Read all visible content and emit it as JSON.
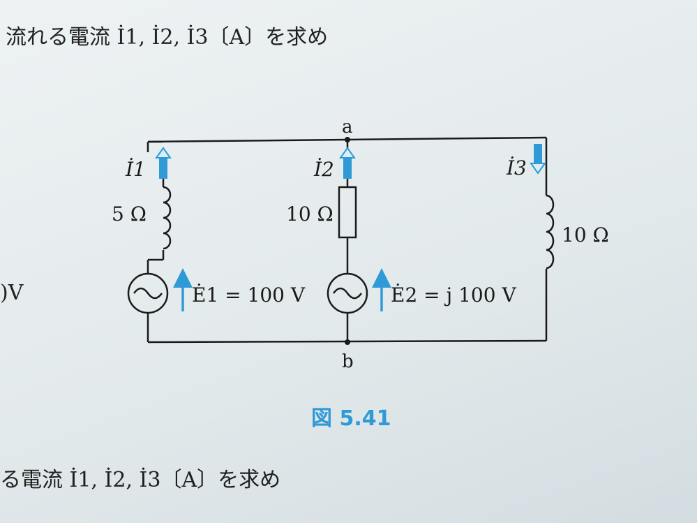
{
  "header_text": "流れる電流 İ1, İ2, İ3〔A〕を求め",
  "footer_text": "る電流 İ1, İ2, İ3〔A〕を求め",
  "left_fragment": ")V",
  "figure_caption": "図 5.41",
  "circuit": {
    "node_top": "a",
    "node_bottom": "b",
    "branch1": {
      "current": "İ1",
      "impedance": "5 Ω",
      "source": "Ė1 = 100 V"
    },
    "branch2": {
      "current": "İ2",
      "impedance": "10 Ω",
      "source": "Ė2 = j 100 V"
    },
    "branch3": {
      "current": "İ3",
      "impedance": "10 Ω"
    }
  },
  "colors": {
    "accent": "#2f9ad6",
    "wire": "#1a1a1a"
  }
}
